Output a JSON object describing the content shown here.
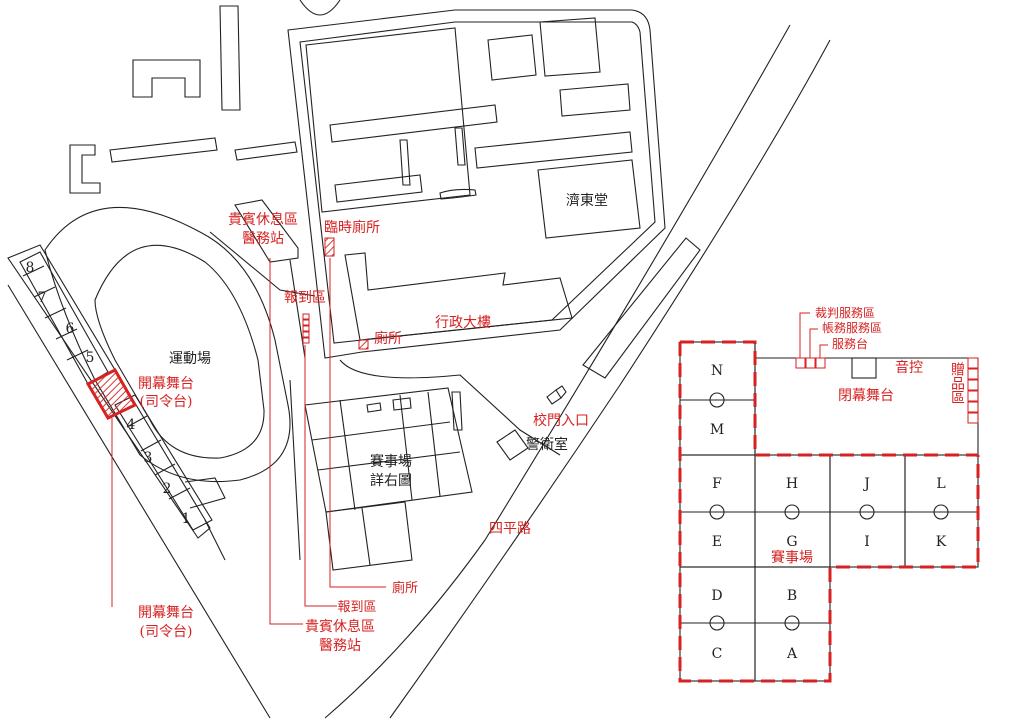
{
  "colors": {
    "accent_red": "#d62222",
    "line": "#222222",
    "background": "#ffffff"
  },
  "campus": {
    "guest_area": [
      "貴賓休息區",
      "醫務站"
    ],
    "temp_toilet": "臨時廁所",
    "checkin_area": "報到區",
    "toilet": "廁所",
    "admin_building": "行政大樓",
    "jidong_hall": "濟東堂",
    "playground": "運動場",
    "stage": [
      "開幕舞台",
      "(司令台)"
    ],
    "gate": "校門入口",
    "guard_room": "警衛室",
    "venue_map": [
      "賽事場",
      "詳右圖"
    ],
    "road": "四平路",
    "bleacher_numbers": [
      "8",
      "7",
      "6",
      "5",
      "4",
      "3",
      "2",
      "1"
    ]
  },
  "callouts": {
    "toilet": "廁所",
    "checkin": "報到區",
    "guest": [
      "貴賓休息區",
      "醫務站"
    ],
    "stage": [
      "開幕舞台",
      "(司令台)"
    ]
  },
  "venue": {
    "referee_area": "裁判服務區",
    "accounting_area": "帳務服務區",
    "service_desk": "服務台",
    "sound": "音控",
    "closing_stage": "閉幕舞台",
    "gift_area": "贈品區",
    "arena": "賽事場",
    "courts": {
      "top": [
        "N",
        "F",
        "H",
        "J",
        "L",
        "D",
        "B"
      ],
      "bottom": [
        "M",
        "E",
        "G",
        "I",
        "K",
        "C",
        "A"
      ]
    }
  }
}
